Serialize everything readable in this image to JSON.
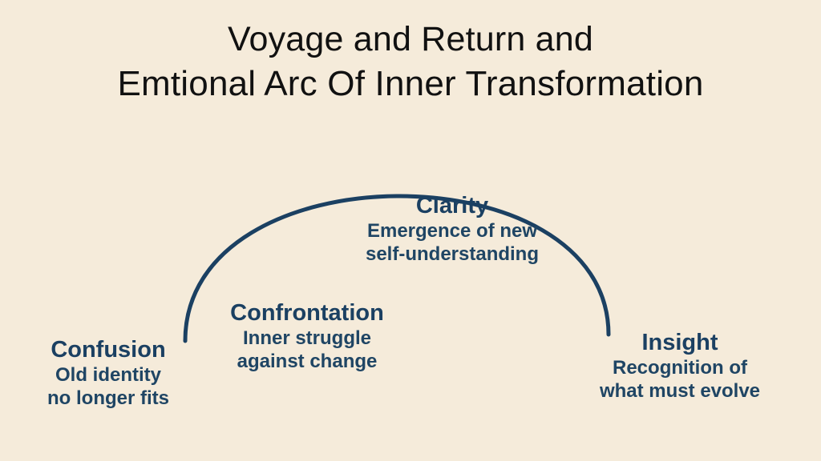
{
  "slide": {
    "background_color": "#f5ebda",
    "accent_color": "#1b4062",
    "title_color": "#111111"
  },
  "title": {
    "line1": "Voyage and Return and",
    "line2": "Emtional Arc Of Inner Transformation"
  },
  "arc": {
    "name": "emotional-arc-curve",
    "color": "#1b4062",
    "stroke_width": 5
  },
  "stages": [
    {
      "id": "confusion",
      "title": "Confusion",
      "desc_line1": "Old identity",
      "desc_line2": "no longer fits"
    },
    {
      "id": "confrontation",
      "title": "Confrontation",
      "desc_line1": "Inner struggle",
      "desc_line2": "against change"
    },
    {
      "id": "clarity",
      "title": "Clarity",
      "desc_line1": "Emergence of new",
      "desc_line2": "self-understanding"
    },
    {
      "id": "insight",
      "title": "Insight",
      "desc_line1": "Recognition of",
      "desc_line2": "what must evolve"
    }
  ]
}
